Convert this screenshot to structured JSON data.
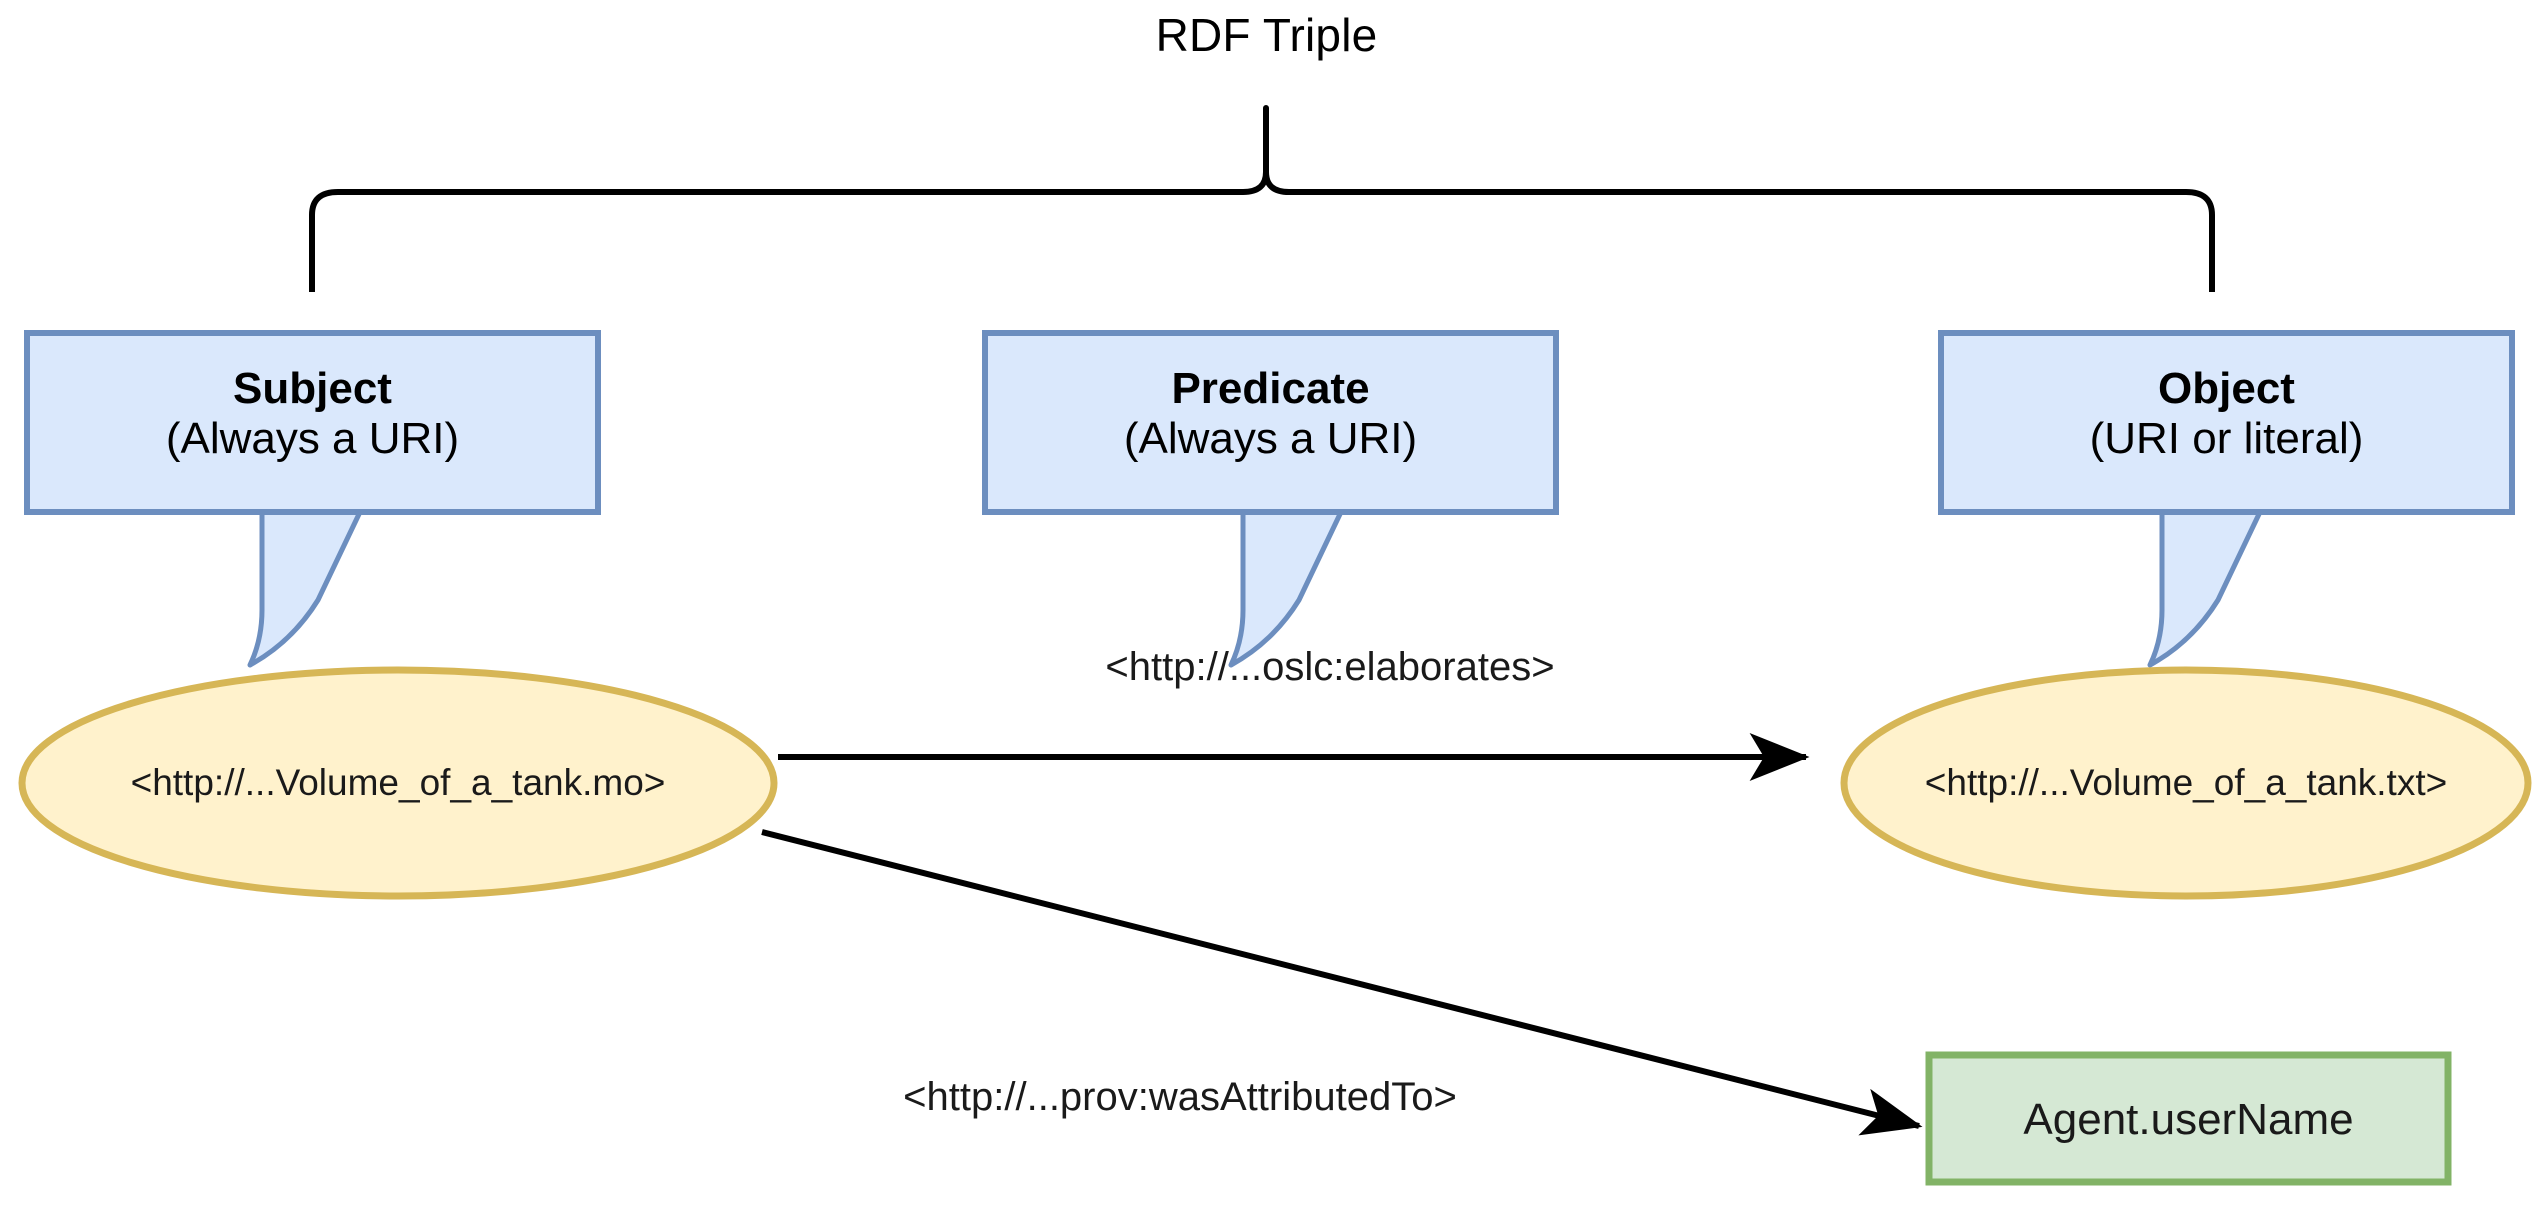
{
  "diagram": {
    "title": "RDF Triple",
    "type": "rdf-triple-annotated-graph",
    "colors": {
      "callout_fill": "#dae8fc",
      "callout_stroke": "#6c8ebf",
      "ellipse_fill": "#fff2cc",
      "ellipse_stroke": "#d6b656",
      "literal_fill": "#d5e8d4",
      "literal_stroke": "#82b366",
      "edge_stroke": "#000000",
      "text": "#1a1a1a",
      "background": "#ffffff"
    },
    "callouts": [
      {
        "id": "subject",
        "title": "Subject",
        "subtitle": "(Always a URI)"
      },
      {
        "id": "predicate",
        "title": "Predicate",
        "subtitle": "(Always a URI)"
      },
      {
        "id": "object",
        "title": "Object",
        "subtitle": "(URI or literal)"
      }
    ],
    "nodes": [
      {
        "id": "subject-node",
        "shape": "ellipse",
        "label": "<http://...Volume_of_a_tank.mo>"
      },
      {
        "id": "object-node",
        "shape": "ellipse",
        "label": "<http://...Volume_of_a_tank.txt>"
      },
      {
        "id": "literal-node",
        "shape": "rectangle",
        "label": "Agent.userName"
      }
    ],
    "edges": [
      {
        "id": "elaborates-edge",
        "label": "<http://...oslc:elaborates>",
        "from": "subject-node",
        "to": "object-node"
      },
      {
        "id": "was-attributed-to-edge",
        "label": "<http://...prov:wasAttributedTo>",
        "from": "subject-node",
        "to": "literal-node"
      }
    ]
  }
}
